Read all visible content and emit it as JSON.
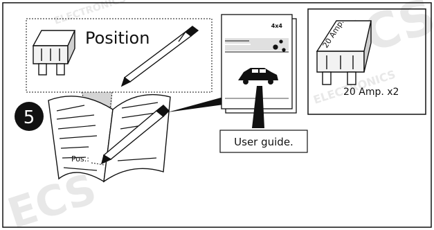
{
  "step": {
    "number": "5"
  },
  "callout": {
    "label": "Position"
  },
  "book": {
    "note": "Pos.:"
  },
  "guide": {
    "label": "User guide."
  },
  "fuse": {
    "tag": "20 Amp.",
    "label": "20 Amp. x2"
  },
  "watermark": {
    "text": "ECS ELECTRONICS"
  },
  "colors": {
    "stroke": "#111111",
    "step_badge": "#111111",
    "background": "#ffffff",
    "watermark": "#e6e6e6",
    "cone": "#cfcfcf"
  }
}
